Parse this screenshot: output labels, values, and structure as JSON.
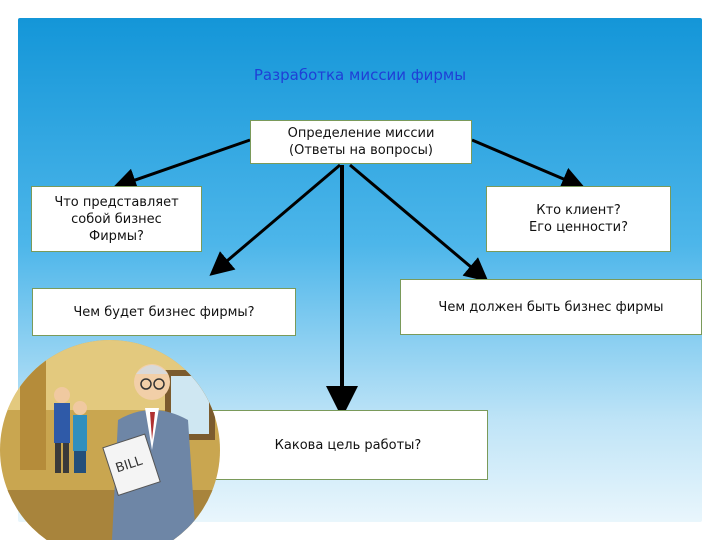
{
  "diagram": {
    "title": "Разработка миссии фирмы",
    "center": "Определение миссии\n(Ответы на вопросы)",
    "nodes": {
      "what_business": "Что представляет\nсобой бизнес\nФирмы?",
      "who_client": "Кто клиент?\nЕго ценности?",
      "future_business": "Чем будет бизнес фирмы?",
      "should_business": "Чем должен быть бизнес фирмы",
      "goal": "Какова цель работы?"
    },
    "colors": {
      "background_top": "#1496d8",
      "title": "#1f3fd6",
      "arrows": "#000000"
    }
  },
  "illustration": {
    "sign_text": "BILL"
  }
}
